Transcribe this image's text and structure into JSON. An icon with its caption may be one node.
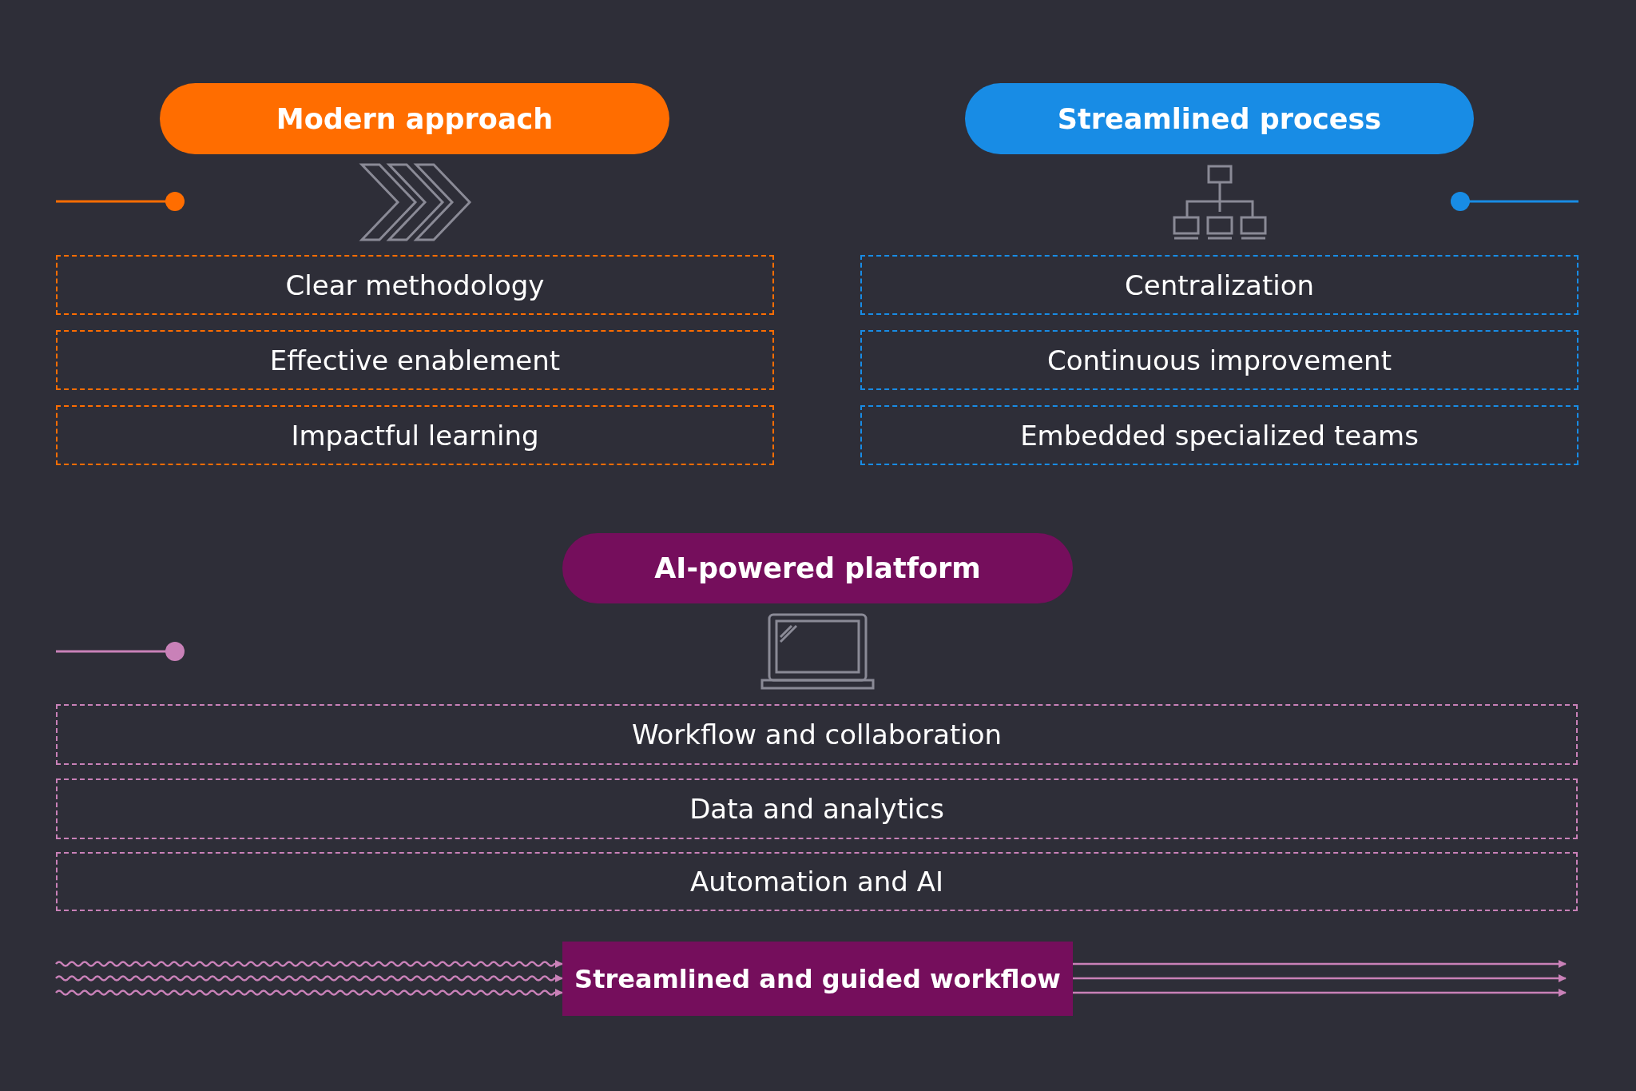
{
  "diagram": {
    "nodes": [
      {
        "text": [
          "Modern approach"
        ]
      },
      {
        "text": [
          "Clear methodology"
        ]
      },
      {
        "text": [
          "Effective enablement"
        ]
      },
      {
        "text": [
          "Impactful learning"
        ]
      },
      {
        "text": [
          "Streamlined process"
        ]
      },
      {
        "text": [
          "Centralization"
        ]
      },
      {
        "text": [
          "Continuous improvement"
        ]
      },
      {
        "text": [
          "Embedded specialized teams"
        ]
      },
      {
        "text": [
          "AI-powered platform"
        ]
      },
      {
        "text": [
          "Workflow and collaboration"
        ]
      },
      {
        "text": [
          "Data and analytics"
        ]
      },
      {
        "text": [
          "Automation and AI"
        ]
      },
      {
        "text": [
          "Streamlined and guided workflow"
        ]
      }
    ],
    "edges": [
      {
        "from": null,
        "to": 12,
        "arrow": "to"
      },
      {
        "from": null,
        "to": 12,
        "arrow": "to"
      },
      {
        "from": null,
        "to": 12,
        "arrow": "to"
      },
      {
        "from": 12,
        "to": null,
        "arrow": "to"
      },
      {
        "from": 12,
        "to": null,
        "arrow": "to"
      },
      {
        "from": 12,
        "to": null,
        "arrow": "to"
      }
    ]
  }
}
